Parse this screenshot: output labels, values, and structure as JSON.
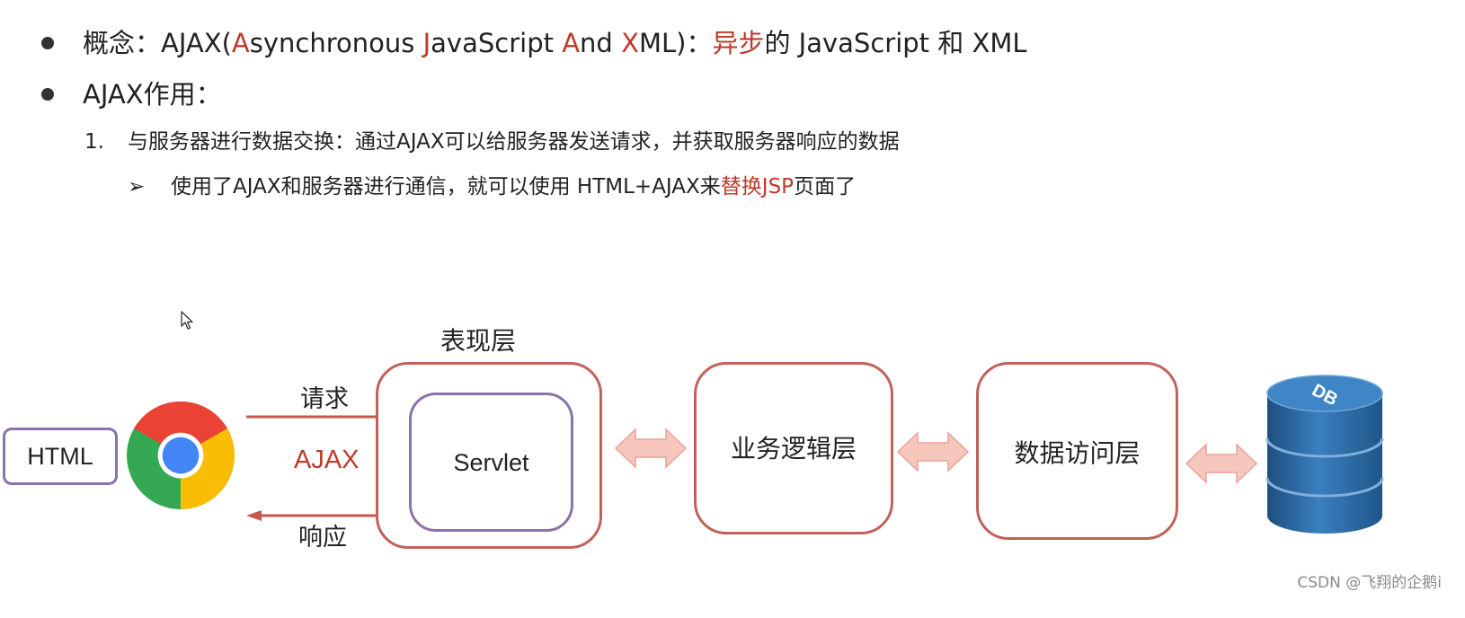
{
  "slide": {
    "bullet1": {
      "prefix": "概念：AJAX(",
      "a1": "A",
      "t1": "synchronous ",
      "a2": "J",
      "t2": "avaScript ",
      "a3": "A",
      "t3": "nd ",
      "a4": "X",
      "t4": "ML)：",
      "async": "异步",
      "suffix": "的 JavaScript 和 XML"
    },
    "bullet2": "AJAX作用：",
    "item1": {
      "number": "1.",
      "text": "与服务器进行数据交换：通过AJAX可以给服务器发送请求，并获取服务器响应的数据"
    },
    "sub1": {
      "marker": "➢",
      "prefix": "使用了AJAX和服务器进行通信，就可以使用 HTML+AJAX来",
      "highlight": "替换JSP",
      "suffix": "页面了"
    }
  },
  "diagram": {
    "html_label": "HTML",
    "request_label": "请求",
    "ajax_label": "AJAX",
    "response_label": "响应",
    "presentation_layer": "表现层",
    "servlet_label": "Servlet",
    "business_layer": "业务逻辑层",
    "data_access_layer": "数据访问层",
    "db_label": "DB"
  },
  "watermark": "CSDN @飞翔的企鹅i",
  "colors": {
    "accent_red": "#c0392b",
    "box_border": "#c0625a",
    "servlet_border": "#8a73a8",
    "arrow_fill": "#f7c6bc",
    "db_blue": "#2f6fa8"
  }
}
